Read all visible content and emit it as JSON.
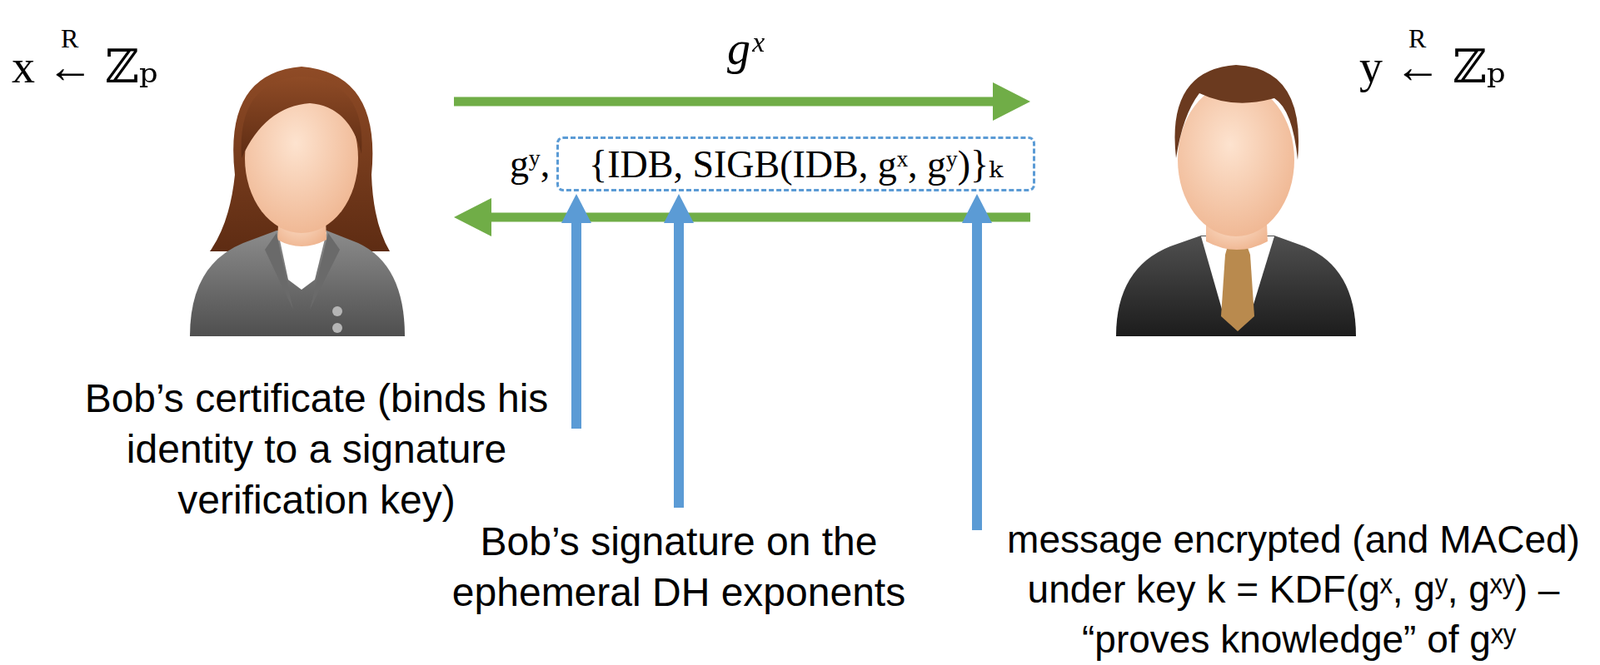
{
  "diagram": {
    "nodes": [
      {
        "text": [
          "{IDB, SIGB(IDB, gˣ, gʸ)}ₖ"
        ]
      }
    ],
    "labels": [
      "R",
      "x ← ℤₚ",
      "R",
      "y ← ℤₚ",
      "gˣ",
      "gʸ,",
      "Bob’s certificate (binds his identity to a signature verification key)",
      "Bob’s signature on the ephemeral DH exponents",
      "message encrypted (and MACed) under key k = KDF(gˣ, gʸ, gˣʸ) – “proves knowledge” of gˣʸ"
    ]
  }
}
